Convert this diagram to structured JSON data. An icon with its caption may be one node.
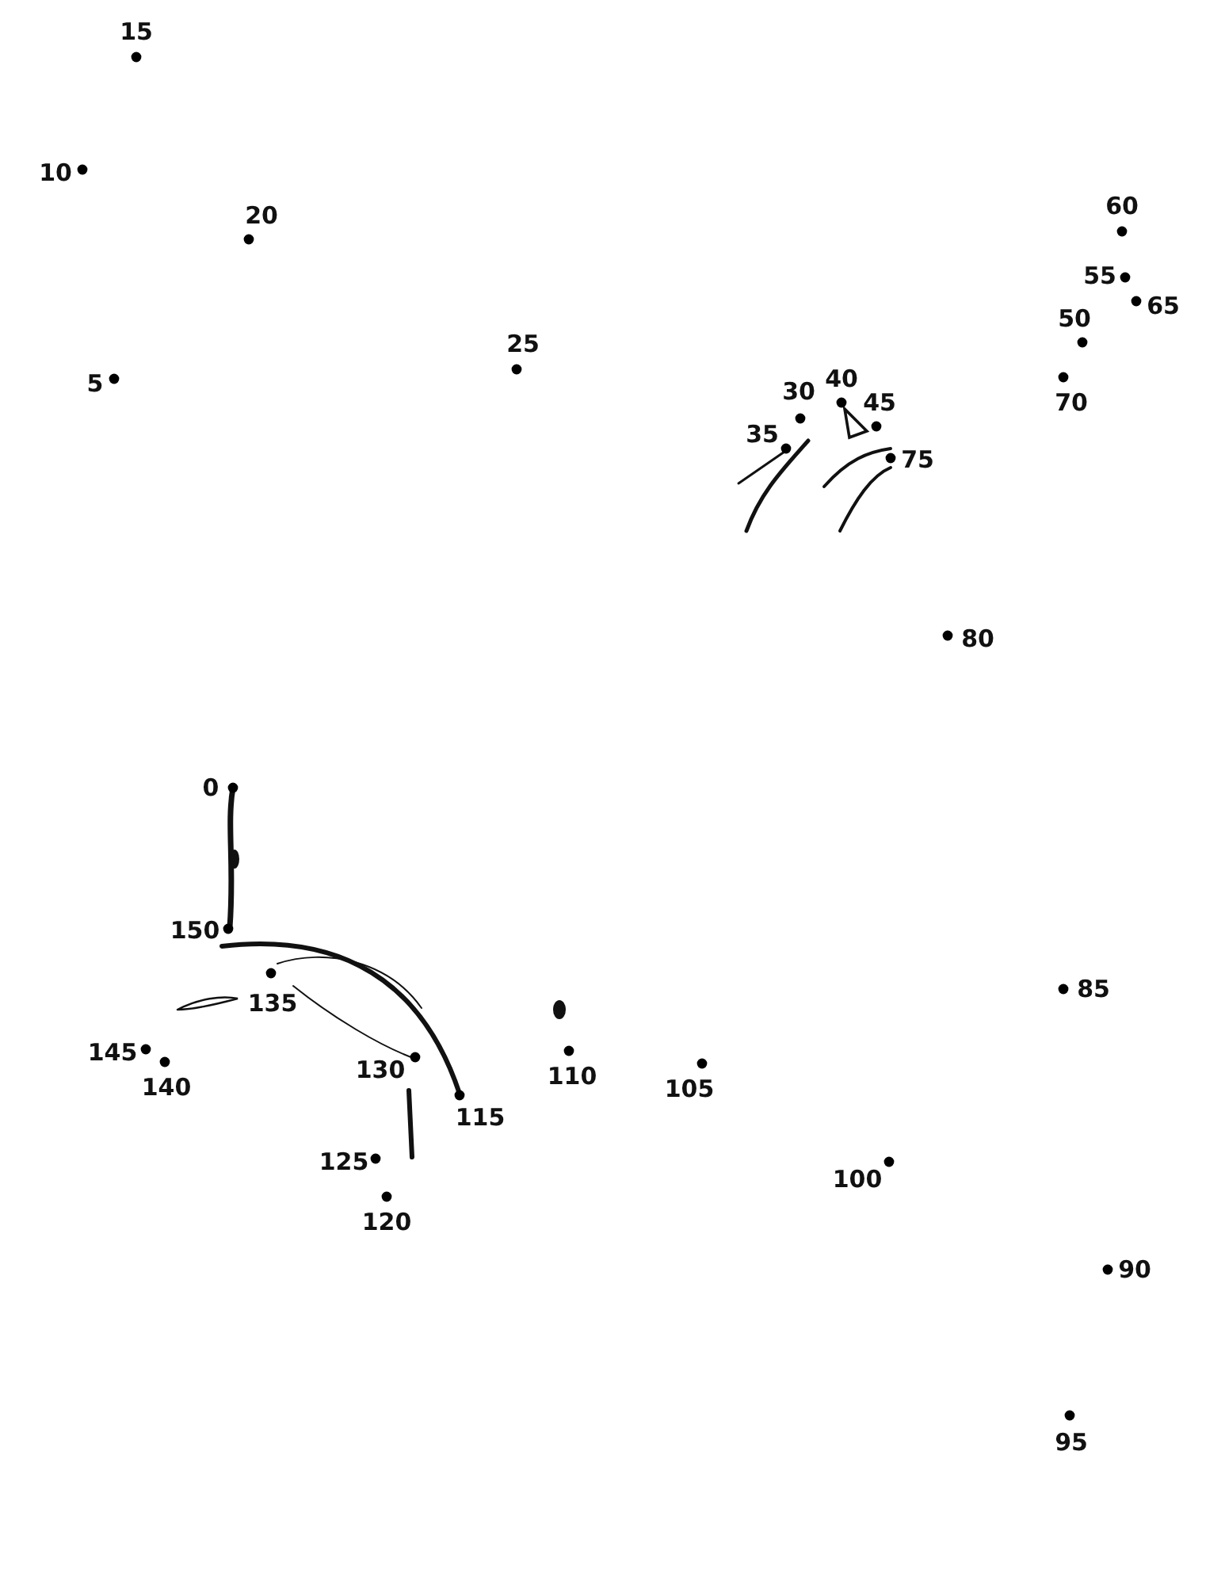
{
  "diagram": {
    "labels": [
      "0",
      "5",
      "10",
      "15",
      "20",
      "25",
      "30",
      "35",
      "40",
      "45",
      "50",
      "55",
      "60",
      "65",
      "70",
      "75",
      "80",
      "85",
      "90",
      "95",
      "100",
      "105",
      "110",
      "115",
      "120",
      "125",
      "130",
      "135",
      "140",
      "145",
      "150"
    ]
  }
}
